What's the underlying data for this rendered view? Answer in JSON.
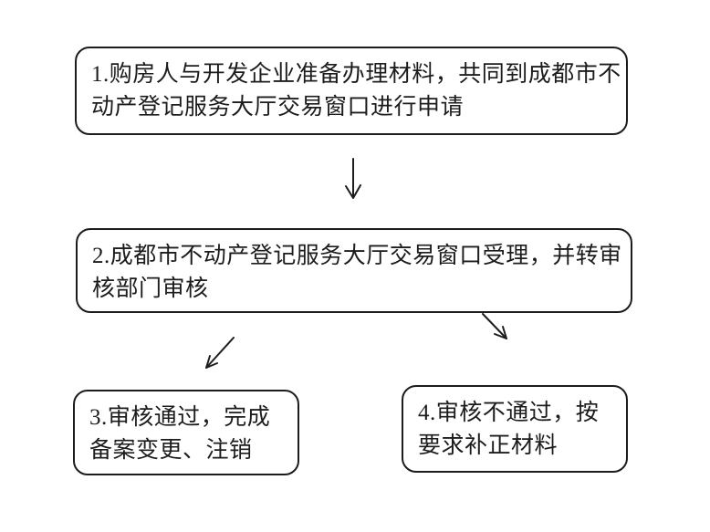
{
  "page": {
    "background_color": "#ffffff",
    "ink_color": "#1c1c1c"
  },
  "flowchart": {
    "boxes": [
      {
        "id": "step-1",
        "lines": [
          "1.购房人与开发企业准备办理材料，共同到成都市不",
          "动产登记服务大厅交易窗口进行申请"
        ]
      },
      {
        "id": "step-2",
        "lines": [
          "2.成都市不动产登记服务大厅交易窗口受理，并转审",
          "核部门审核"
        ]
      },
      {
        "id": "step-3",
        "lines": [
          "3.审核通过，完成",
          "备案变更、注销"
        ]
      },
      {
        "id": "step-4",
        "lines": [
          "4.审核不通过，按",
          "要求补正材料"
        ]
      }
    ],
    "arrows": [
      {
        "name": "arrow-down",
        "from": "step-1",
        "to": "step-2"
      },
      {
        "name": "arrow-down-left",
        "from": "step-2",
        "to": "step-3"
      },
      {
        "name": "arrow-down-right",
        "from": "step-2",
        "to": "step-4"
      }
    ]
  }
}
